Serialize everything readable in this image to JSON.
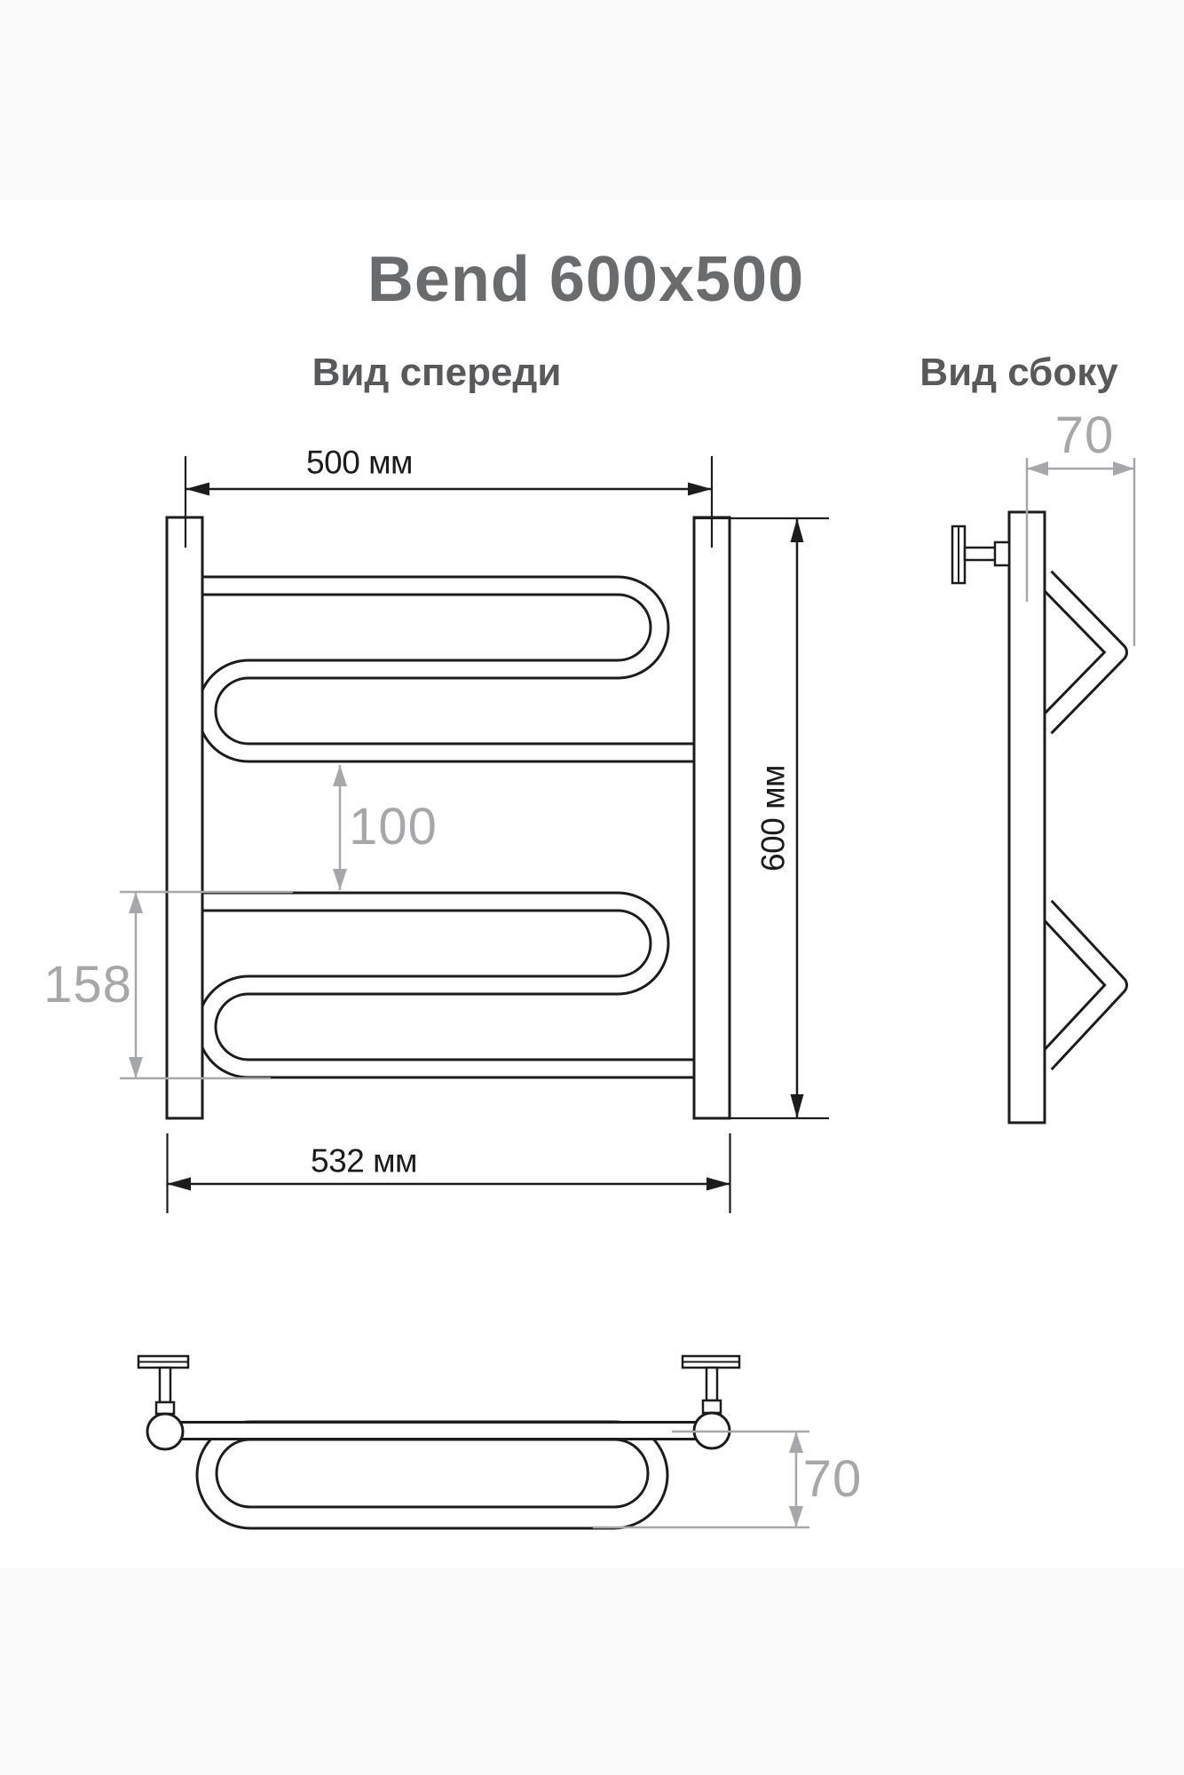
{
  "title": "Bend 600x500",
  "front_view": {
    "label": "Вид спереди",
    "dim_width": "500 мм",
    "dim_height": "600 мм",
    "dim_overall_width": "532 мм",
    "dim_tube_spacing": "100",
    "dim_coil_height": "158"
  },
  "side_view": {
    "label": "Вид сбоку",
    "dim_depth": "70"
  },
  "bottom_view": {
    "dim_depth": "70"
  },
  "colors": {
    "line": "#1c1c1c",
    "dim_gray": "#a5a7aa",
    "title_gray": "#6a6b6d",
    "label_gray": "#58595b"
  }
}
